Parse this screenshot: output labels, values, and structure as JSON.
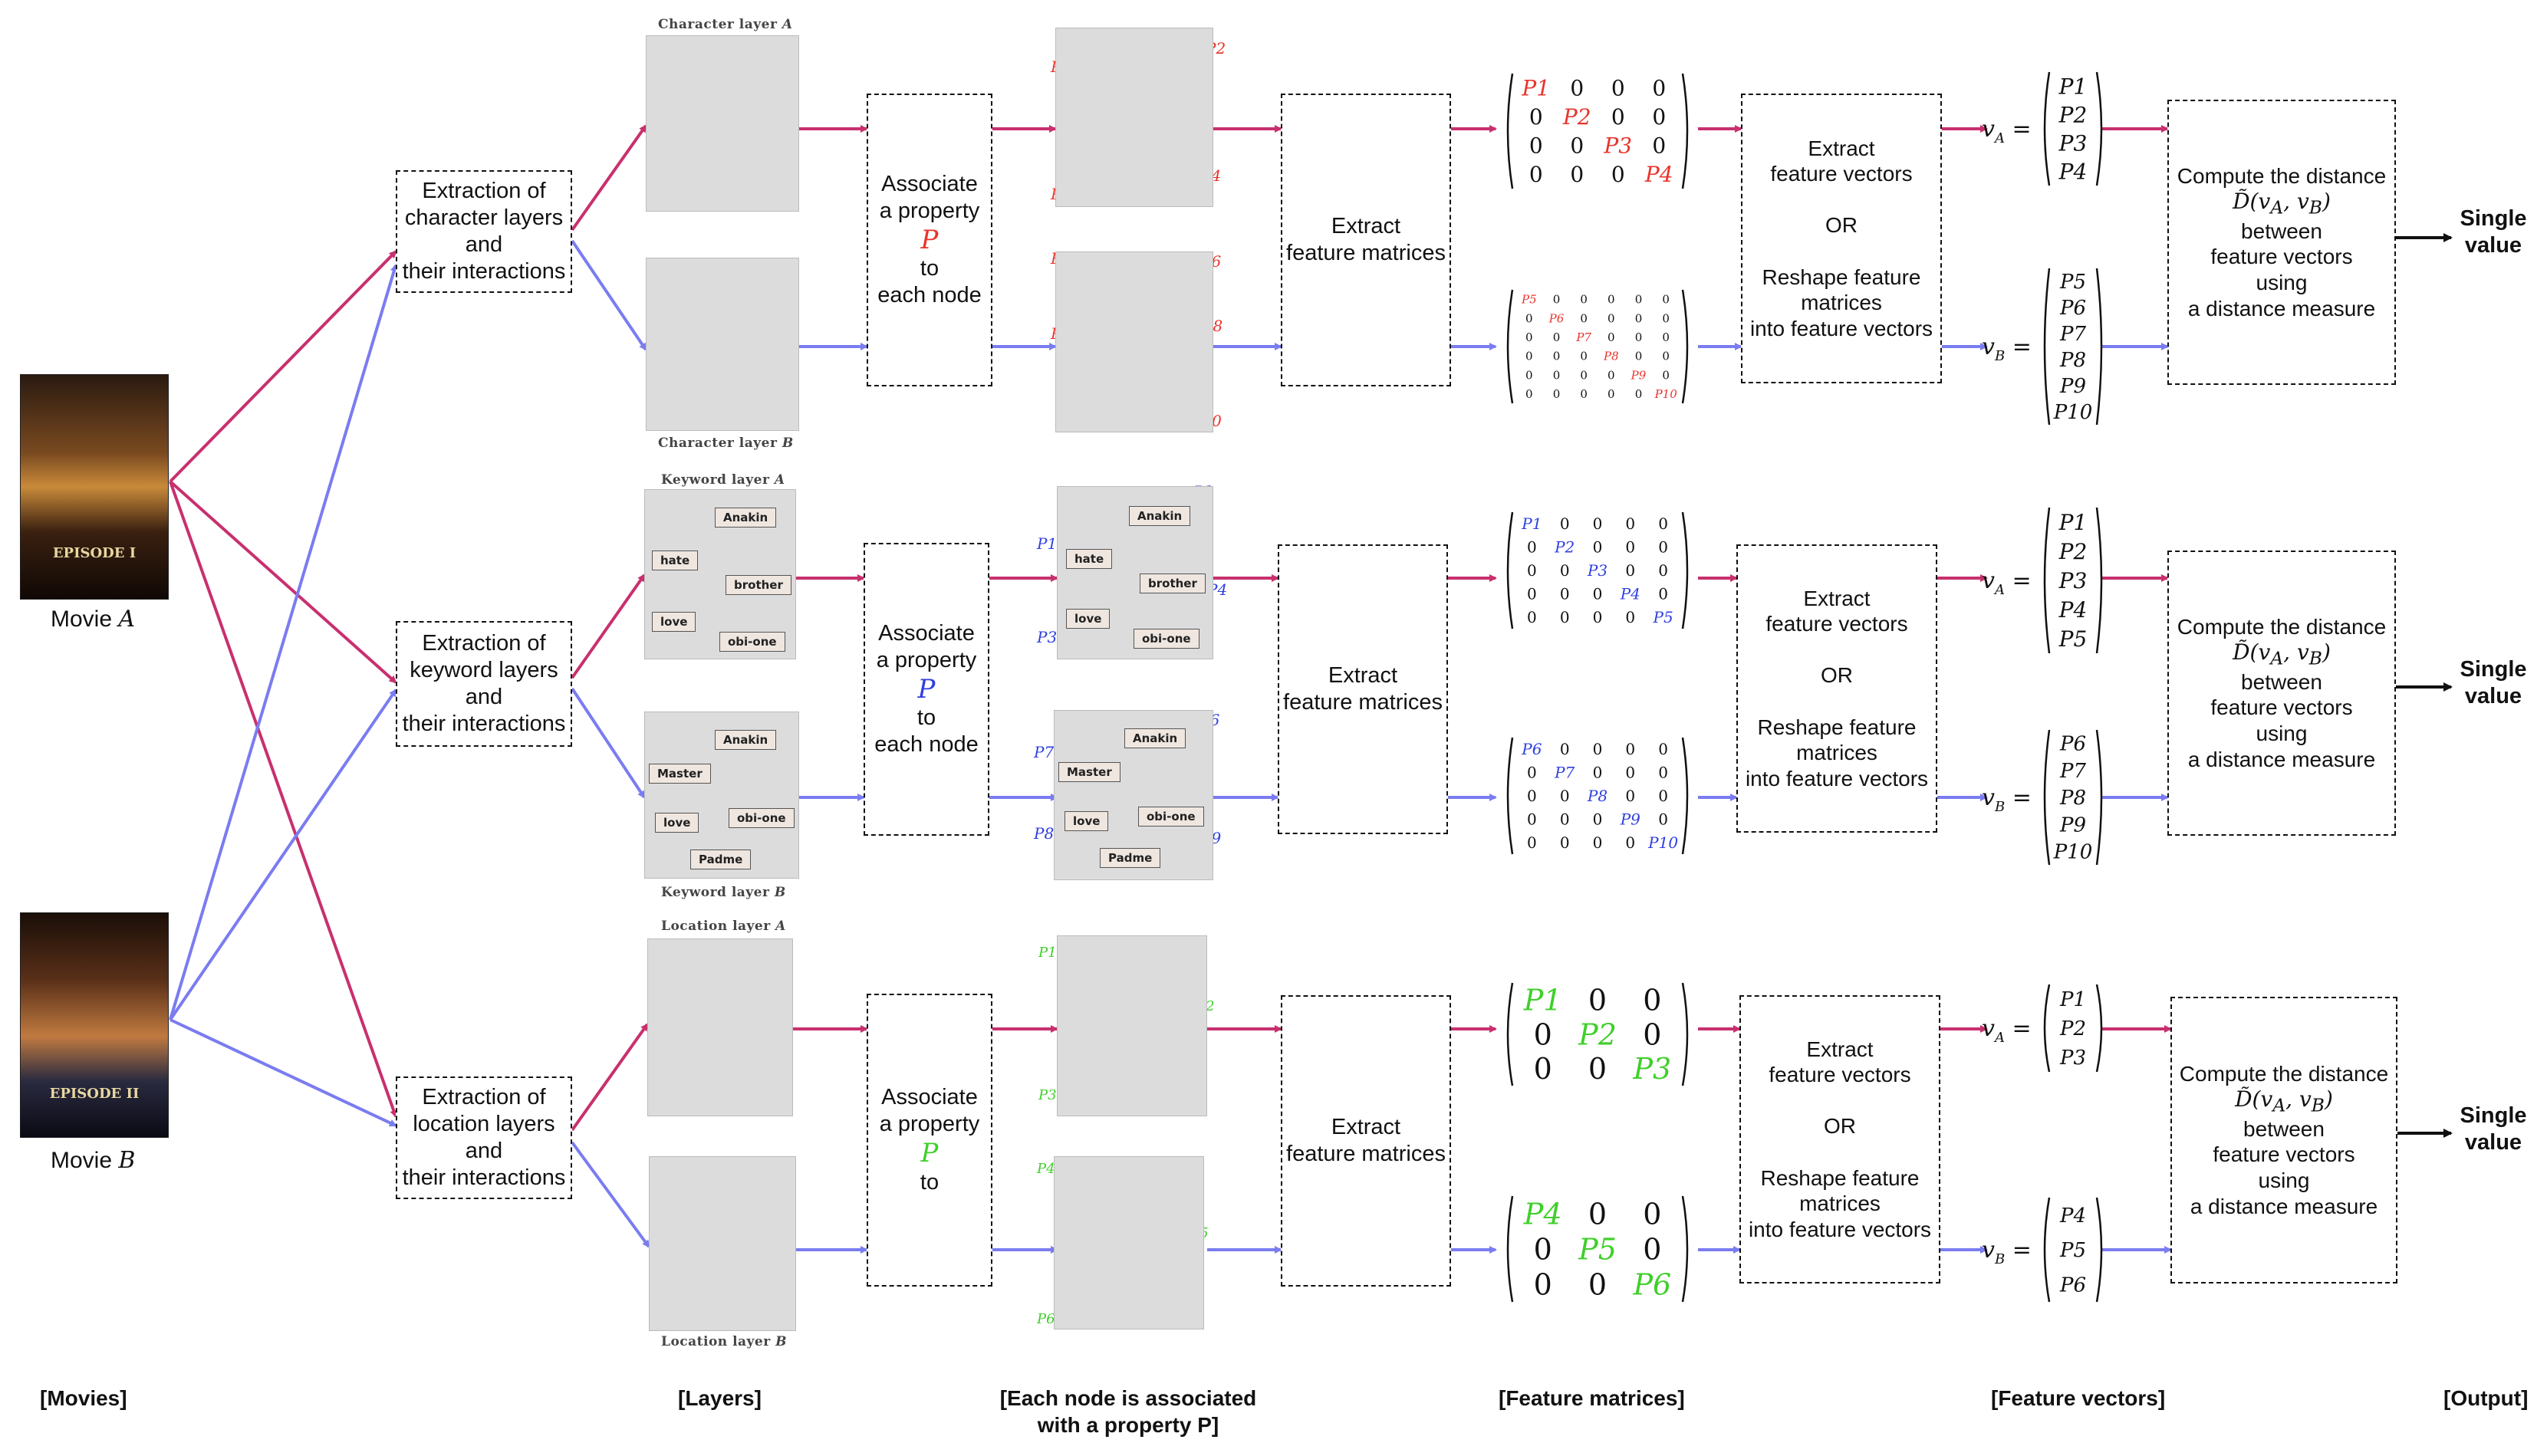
{
  "movies": {
    "a_label": "Movie",
    "a_var": "A",
    "b_label": "Movie",
    "b_var": "B",
    "a_poster_text": "EPISODE I",
    "b_poster_text": "EPISODE II"
  },
  "rows": [
    {
      "extract_text": "Extraction of\ncharacter layers\nand\ntheir interactions",
      "layer_a_caption": "Character layer",
      "layer_b_caption": "Character layer",
      "assoc_lines": [
        "Associate",
        "a  property",
        "to",
        "each node"
      ],
      "assoc_letter": "P",
      "color": "#e8342c",
      "matrix_box": "Extract\nfeature matrices",
      "vector_box": "Extract\nfeature vectors\n\nOR\n\nReshape feature\nmatrices\ninto feature vectors",
      "compute_box": "between\nfeature vectors\nusing\na distance measure",
      "compute_title": "Compute the distance",
      "output": "Single\nvalue",
      "props_a": [
        "P1",
        "P2",
        "P3",
        "P4"
      ],
      "props_b": [
        "P5",
        "P6",
        "P7",
        "P8",
        "P9",
        "P10"
      ]
    },
    {
      "extract_text": "Extraction of\nkeyword layers\nand\ntheir interactions",
      "layer_a_caption": "Keyword layer",
      "layer_b_caption": "Keyword layer",
      "assoc_lines": [
        "Associate",
        "a  property",
        "to",
        "each node"
      ],
      "assoc_letter": "P",
      "color": "#2f3fe0",
      "matrix_box": "Extract\nfeature matrices",
      "vector_box": "Extract\nfeature vectors\n\nOR\n\nReshape feature\nmatrices\ninto feature vectors",
      "compute_box": "between\nfeature vectors\nusing\na distance measure",
      "compute_title": "Compute the distance",
      "output": "Single\nvalue",
      "props_a": [
        "P1",
        "P2",
        "P3",
        "P4",
        "P5"
      ],
      "props_b": [
        "P6",
        "P7",
        "P8",
        "P9",
        "P10"
      ],
      "keywords_a": [
        "Anakin",
        "hate",
        "brother",
        "love",
        "obi-one"
      ],
      "keywords_b": [
        "Anakin",
        "Master",
        "love",
        "obi-one",
        "Padme"
      ]
    },
    {
      "extract_text": "Extraction of\nlocation layers\nand\ntheir interactions",
      "layer_a_caption": "Location layer",
      "layer_b_caption": "Location layer",
      "assoc_lines": [
        "Associate",
        "a  property",
        "to"
      ],
      "assoc_letter": "P",
      "color": "#3fcf2a",
      "matrix_box": "Extract\nfeature matrices",
      "vector_box": "Extract\nfeature vectors\n\nOR\n\nReshape feature\nmatrices\ninto feature vectors",
      "compute_box": "between\nfeature vectors\nusing\na distance measure",
      "compute_title": "Compute the distance",
      "output": "Single\nvalue",
      "props_a": [
        "P1",
        "P2",
        "P3"
      ],
      "props_b": [
        "P4",
        "P5",
        "P6"
      ]
    }
  ],
  "footer": {
    "movies": "[Movies]",
    "layers": "[Layers]",
    "assoc": "[Each node is associated\nwith a property P]",
    "matrices": "[Feature matrices]",
    "vectors": "[Feature vectors]",
    "output": "[Output]"
  },
  "colors": {
    "magenta_arrow": "#c8306e",
    "blue_arrow": "#7a7cf0",
    "layer_bg": "#dcdcdc"
  }
}
